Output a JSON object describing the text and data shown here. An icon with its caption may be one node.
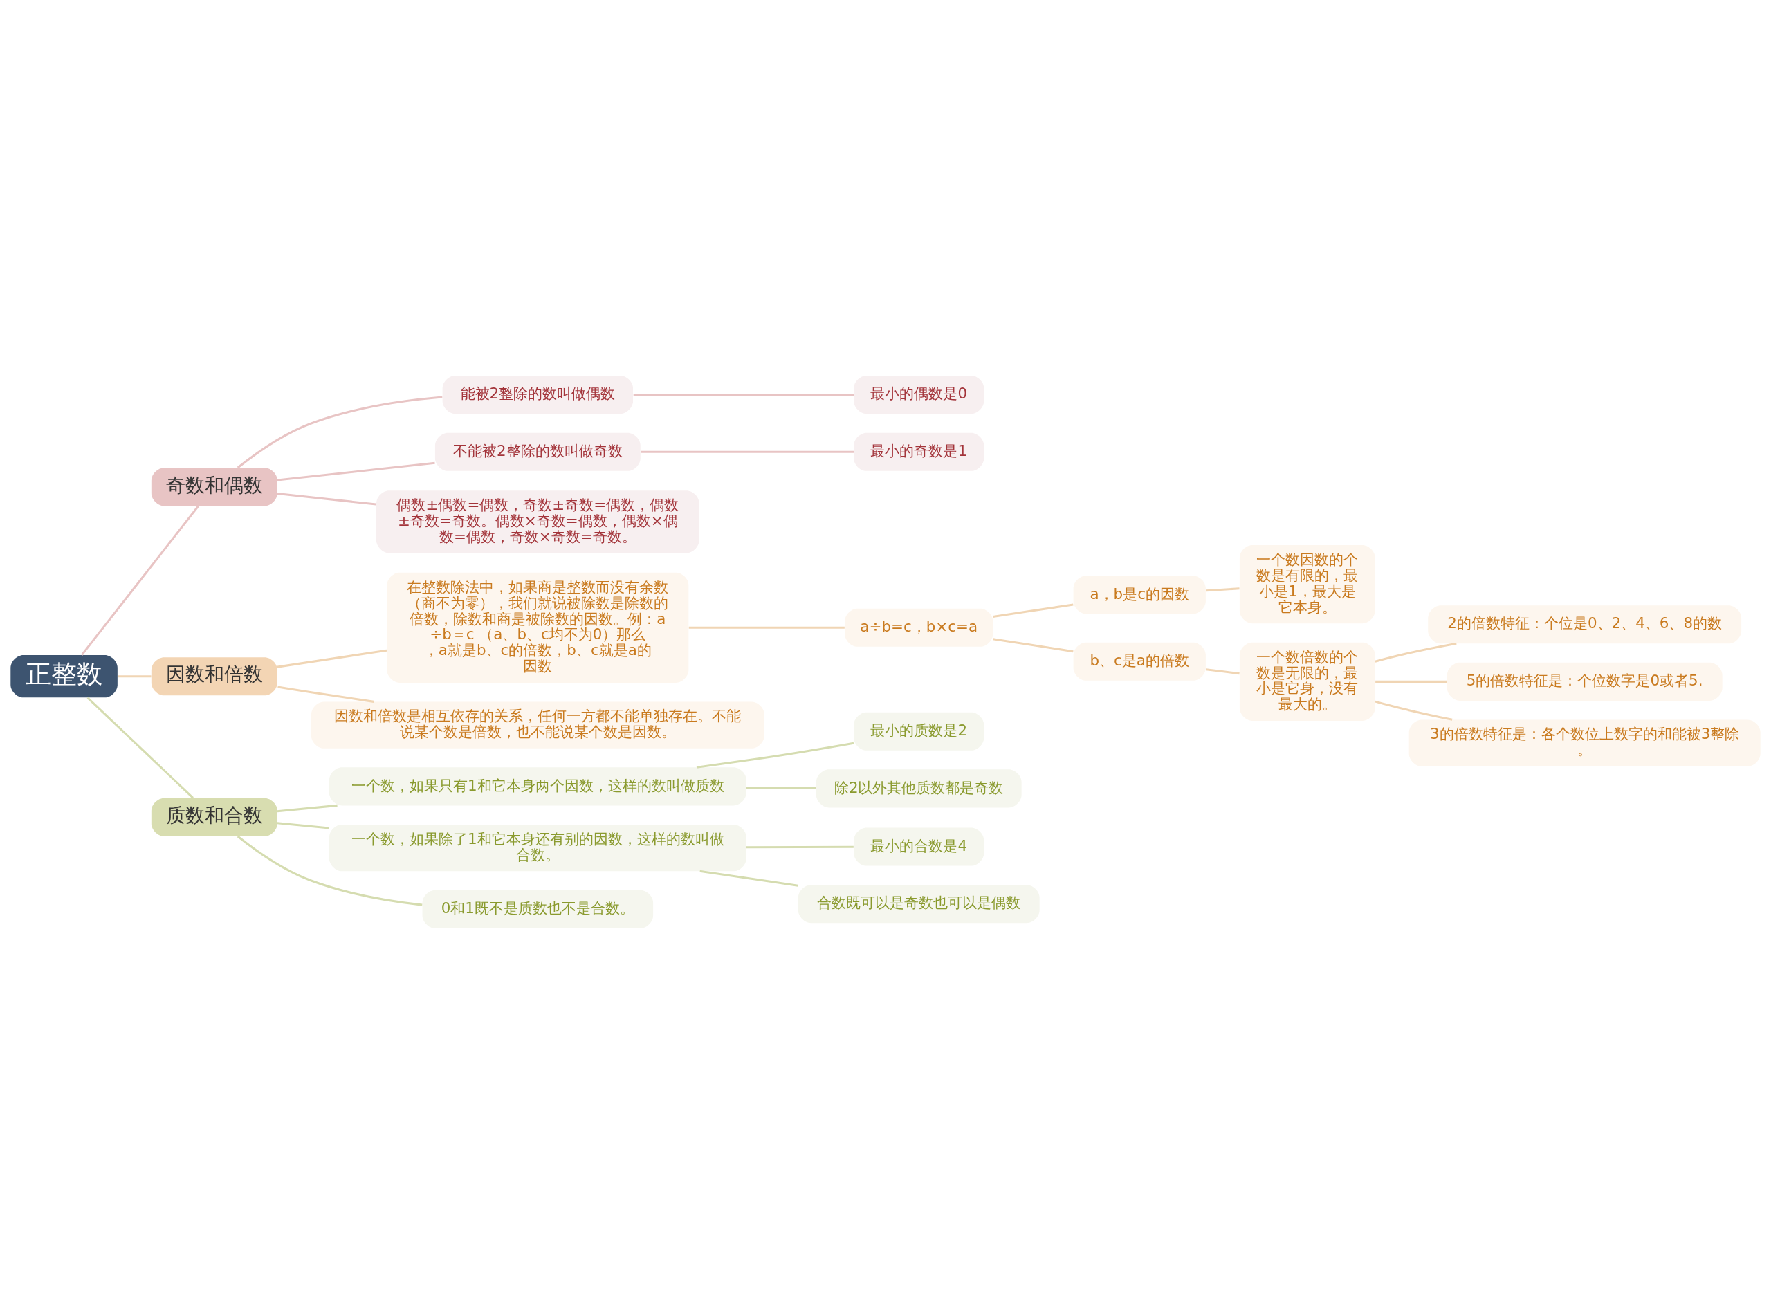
{
  "diagram": {
    "nodes": [
      {
        "text": [
          "正整数"
        ]
      },
      {
        "text": [
          "奇数和偶数"
        ]
      },
      {
        "text": [
          "能被2整除的数叫做偶数"
        ]
      },
      {
        "text": [
          "最小的偶数是0"
        ]
      },
      {
        "text": [
          "不能被2整除的数叫做奇数"
        ]
      },
      {
        "text": [
          "最小的奇数是1"
        ]
      },
      {
        "text": [
          "偶数±偶数=偶数，奇数±奇数=偶数，偶数±奇数=奇数。偶数×奇数=偶数，偶数×偶数=偶数，奇数×奇数=奇数。"
        ]
      },
      {
        "text": [
          "因数和倍数"
        ]
      },
      {
        "text": [
          "在整数除法中，如果商是整数而没有余数（商不为零），我们就说被除数是除数的倍数，除数和商是被除数的因数。例：a÷b＝c （a、b、c均不为0）那么，a就是b、c的倍数，b、c就是a的因数"
        ]
      },
      {
        "text": [
          "a÷b=c，b×c=a"
        ]
      },
      {
        "text": [
          "a，b是c的因数"
        ]
      },
      {
        "text": [
          "一个数因数的个数是有限的，最小是1，最大是它本身。"
        ]
      },
      {
        "text": [
          "b、c是a的倍数"
        ]
      },
      {
        "text": [
          "一个数倍数的个数是无限的，最小是它身，没有最大的。"
        ]
      },
      {
        "text": [
          "2的倍数特征：个位是0、2、4、6、8的数"
        ]
      },
      {
        "text": [
          "5的倍数特征是：个位数字是0或者5."
        ]
      },
      {
        "text": [
          "3的倍数特征是：各个数位上数字的和能被3整除。"
        ]
      },
      {
        "text": [
          "因数和倍数是相互依存的关系，任何一方都不能单独存在。不能说某个数是倍数，也不能说某个数是因数。"
        ]
      },
      {
        "text": [
          "质数和合数"
        ]
      },
      {
        "text": [
          "一个数，如果只有1和它本身两个因数，这样的数叫做质数"
        ]
      },
      {
        "text": [
          "最小的质数是2"
        ]
      },
      {
        "text": [
          "除2以外其他质数都是奇数"
        ]
      },
      {
        "text": [
          "一个数，如果除了1和它本身还有别的因数，这样的数叫做合数。"
        ]
      },
      {
        "text": [
          "最小的合数是4"
        ]
      },
      {
        "text": [
          "合数既可以是奇数也可以是偶数"
        ]
      },
      {
        "text": [
          "0和1既不是质数也不是合数。"
        ]
      }
    ],
    "edges": [
      {
        "from": 0,
        "to": 1,
        "arrow": "none",
        "color": "#e8c4c4"
      },
      {
        "from": 1,
        "to": 2,
        "arrow": "none",
        "color": "#e8c4c4"
      },
      {
        "from": 2,
        "to": 3,
        "arrow": "none",
        "color": "#e8c4c4"
      },
      {
        "from": 1,
        "to": 4,
        "arrow": "none",
        "color": "#e8c4c4"
      },
      {
        "from": 4,
        "to": 5,
        "arrow": "none",
        "color": "#e8c4c4"
      },
      {
        "from": 1,
        "to": 6,
        "arrow": "none",
        "color": "#e8c4c4"
      },
      {
        "from": 0,
        "to": 7,
        "arrow": "none"
      },
      {
        "from": 7,
        "to": 8,
        "arrow": "none"
      },
      {
        "from": 8,
        "to": 9,
        "arrow": "none"
      },
      {
        "from": 9,
        "to": 10,
        "arrow": "none"
      },
      {
        "from": 10,
        "to": 11,
        "arrow": "none"
      },
      {
        "from": 9,
        "to": 12,
        "arrow": "none"
      },
      {
        "from": 12,
        "to": 13,
        "arrow": "none"
      },
      {
        "from": 13,
        "to": 14,
        "arrow": "none"
      },
      {
        "from": 13,
        "to": 15,
        "arrow": "none"
      },
      {
        "from": 13,
        "to": 16,
        "arrow": "none"
      },
      {
        "from": 7,
        "to": 17,
        "arrow": "none"
      },
      {
        "from": 0,
        "to": 18,
        "arrow": "none",
        "color": "#d5dcb0"
      },
      {
        "from": 18,
        "to": 19,
        "arrow": "none",
        "color": "#d5dcb0"
      },
      {
        "from": 19,
        "to": 20,
        "arrow": "none",
        "color": "#d5dcb0"
      },
      {
        "from": 19,
        "to": 21,
        "arrow": "none",
        "color": "#d5dcb0"
      },
      {
        "from": 18,
        "to": 22,
        "arrow": "none",
        "color": "#d5dcb0"
      },
      {
        "from": 22,
        "to": 23,
        "arrow": "none",
        "color": "#d5dcb0"
      },
      {
        "from": 22,
        "to": 24,
        "arrow": "none",
        "color": "#d5dcb0"
      },
      {
        "from": 18,
        "to": 25,
        "arrow": "none",
        "color": "#d5dcb0"
      }
    ]
  }
}
